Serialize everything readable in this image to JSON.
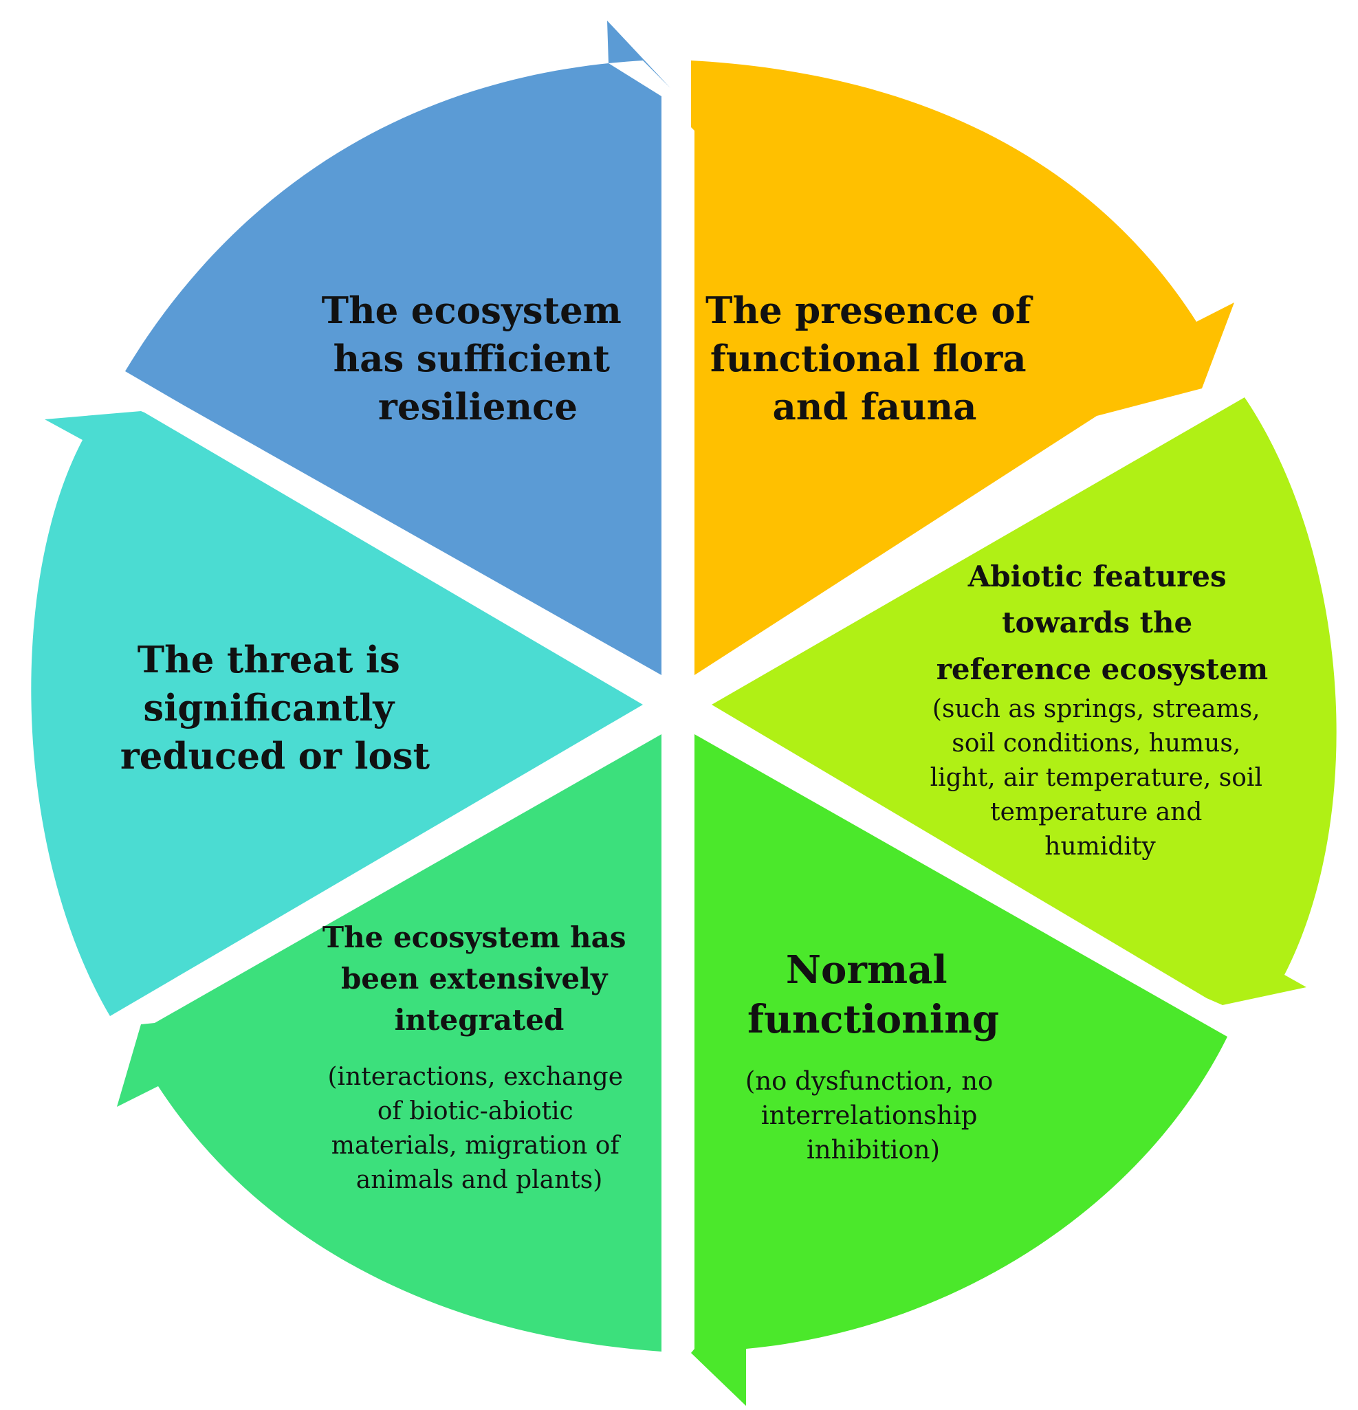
{
  "colors": {
    "segment_resilience": "#5B9BD5",
    "segment_flora_fauna": "#FFC000",
    "segment_abiotic": "#B0F015",
    "segment_normal": "#4BE82B",
    "segment_integrated": "#3CE07C",
    "segment_threat": "#4BDCD2",
    "text": "#111111"
  },
  "segments": [
    {
      "id": "resilience",
      "title_lines": [
        "The ecosystem",
        "has sufficient",
        "resilience"
      ],
      "detail_lines": []
    },
    {
      "id": "flora_fauna",
      "title_lines": [
        "The presence of",
        "functional flora",
        "and fauna"
      ],
      "detail_lines": []
    },
    {
      "id": "abiotic",
      "title_lines": [
        "Abiotic features",
        "towards the",
        "reference ecosystem"
      ],
      "detail_lines": [
        "(such as springs, streams,",
        "soil conditions, humus,",
        "light, air temperature, soil",
        "temperature and",
        "humidity"
      ]
    },
    {
      "id": "normal",
      "title_lines": [
        "Normal",
        "functioning"
      ],
      "detail_lines": [
        "(no dysfunction, no",
        "interrelationship",
        "inhibition)"
      ]
    },
    {
      "id": "integrated",
      "title_lines": [
        "The ecosystem has",
        "been extensively",
        "integrated"
      ],
      "detail_lines": [
        "(interactions, exchange",
        "of biotic-abiotic",
        "materials, migration of",
        "animals and plants)"
      ]
    },
    {
      "id": "threat",
      "title_lines": [
        "The threat is",
        "significantly",
        "reduced or lost"
      ],
      "detail_lines": []
    }
  ]
}
